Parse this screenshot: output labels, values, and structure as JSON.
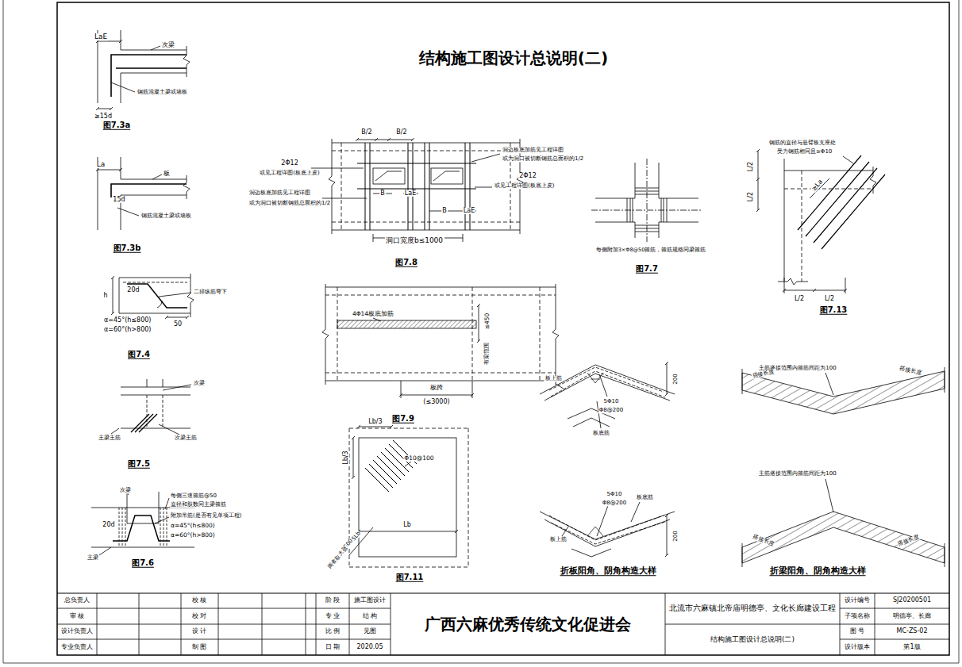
{
  "diagram": {
    "title": "结构施工图设计总说明(二)",
    "labels": [
      "LaE",
      "次梁",
      "钢筋混凝土梁或墙板",
      "≥15d",
      "图7.3a",
      "La",
      "板",
      "15d",
      "钢筋混凝土梁或墙板",
      "图7.3b",
      "h",
      "20d",
      "二排纵筋弯下",
      "α=45°(h≤800)",
      "α=60°(h>800)",
      "50",
      "图7.4",
      "次梁",
      "主梁主筋",
      "次梁主筋",
      "图7.5",
      "次梁",
      "每侧三道箍筋@50",
      "直径和肢数同主梁箍筋",
      "20d",
      "附加吊筋(是否有见单项工程)",
      "α=45°(h≤800)",
      "α=60°(h>800)",
      "主梁",
      "图7.6",
      "B/2",
      "B/2",
      "2Φ12",
      "或见工程详图(板底上皮)",
      "洞边板底加筋见工程详图",
      "或为洞口被切断钢筋总面积的1/2",
      "B",
      "LaE",
      "洞边板底加筋见工程详图",
      "或为洞口被切断钢筋总面积的1/2",
      "2Φ12",
      "或见工程详图(板底上皮)",
      "B",
      "LaE",
      "洞口宽度b≤1000",
      "图7.8",
      "每侧附加3×Φ8@50箍筋，箍筋规格同梁箍筋",
      "图7.7",
      "钢筋的直径与悬臂板支座处",
      "受力钢筋相同且≥Φ10",
      "L/2",
      "L/2",
      "≥La",
      "L/2",
      "L/2",
      "图7.13",
      "4Φ14板底加筋",
      "≤450",
      "有梁范围",
      "板跨",
      "(≤3000)",
      "图7.9",
      "5Φ10",
      "Φ8@200",
      "板上筋",
      "板底筋",
      "200",
      "5Φ10",
      "Φ8@200",
      "板底筋",
      "板上筋",
      "200",
      "折板阳角、阴角构造大样",
      "主筋搭接范围内箍筋间距为100",
      "搭接长度",
      "搭接长度",
      "主筋搭接范围内箍筋间距为100",
      "搭接长度",
      "搭接长度",
      "折梁阳角、阴角构造大样",
      "Lb/3",
      "Lb/3",
      "Φ10@100",
      "0.5Lb",
      "≥1500",
      "两者取大值",
      "Lb",
      "图7.11",
      "总负责人",
      "审 核",
      "设计负责人",
      "专业负责人",
      "校 核",
      "校 对",
      "设 计",
      "制 图",
      "阶 段",
      "施工图设计",
      "专 业",
      "结 构",
      "比 例",
      "见图",
      "日 期",
      "2020.05",
      "广西六麻优秀传统文化促进会",
      "北流市六麻镇北帝庙明德亭、文化长廊建设工程",
      "结构施工图设计总说明(二)",
      "设计编号",
      "SJ20200501",
      "子项名称",
      "明德亭、长廊",
      "图 号",
      "MC-ZS-02",
      "设计版本",
      "第1版"
    ]
  }
}
